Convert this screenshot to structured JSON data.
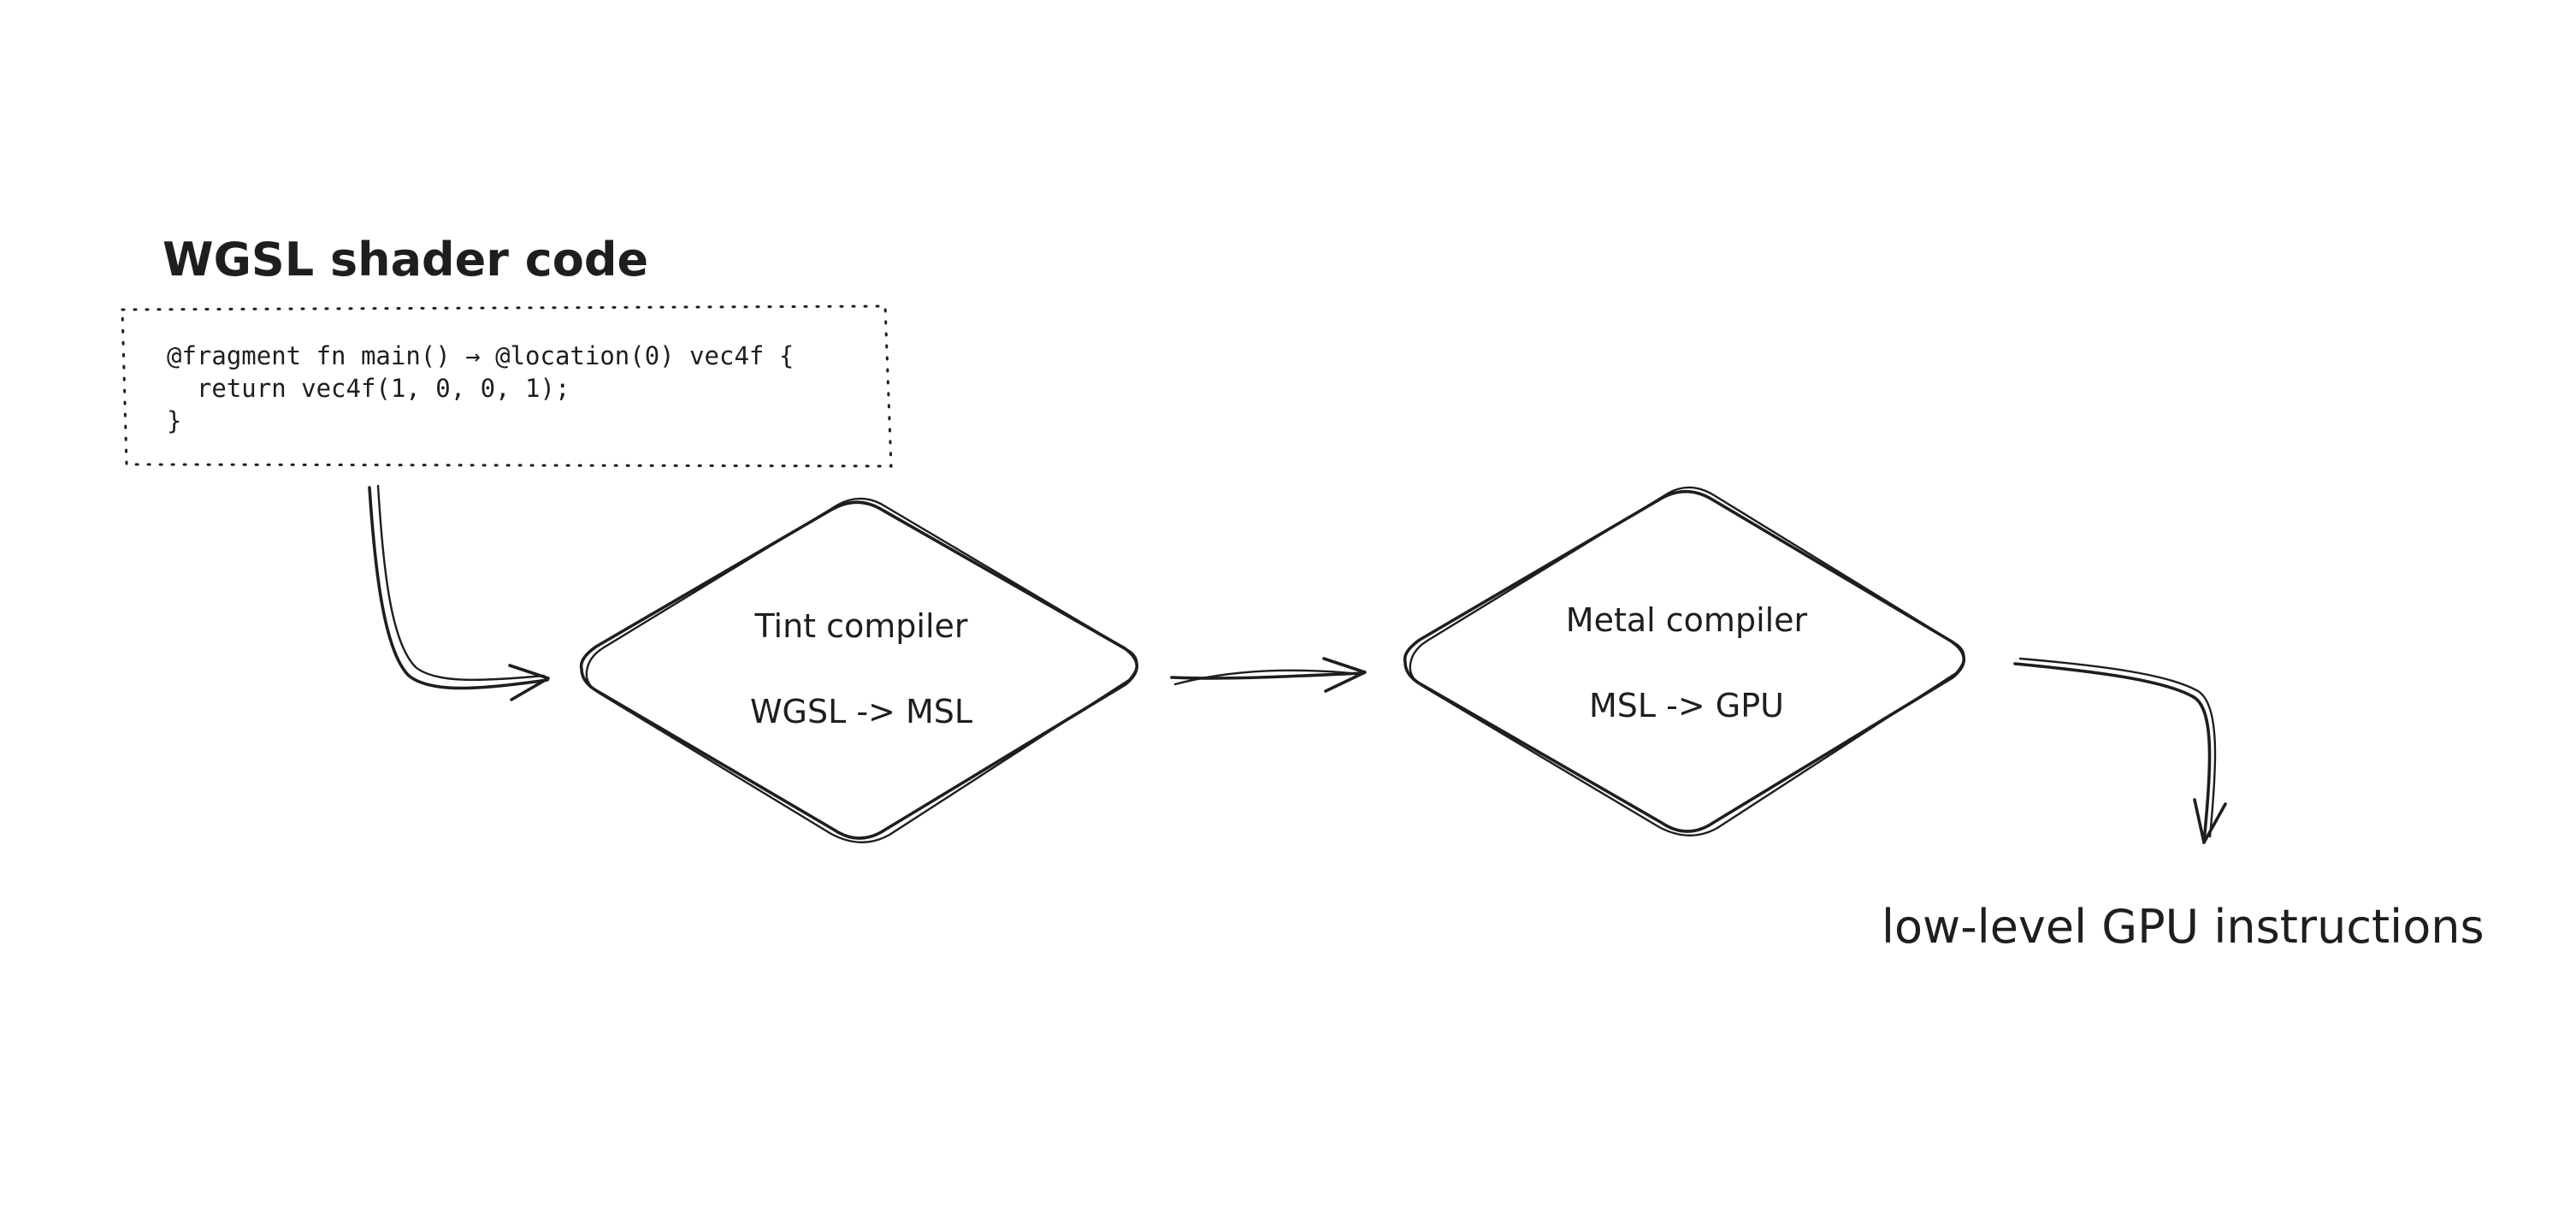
{
  "source": {
    "title": "WGSL shader code",
    "code_lines": [
      "@fragment fn main() → @location(0) vec4f {",
      "  return vec4f(1, 0, 0, 1);",
      "}"
    ]
  },
  "nodes": [
    {
      "id": "tint",
      "label": "Tint compiler",
      "sublabel": "WGSL -> MSL"
    },
    {
      "id": "metal",
      "label": "Metal compiler",
      "sublabel": "MSL -> GPU"
    }
  ],
  "output": {
    "label": "low-level GPU instructions"
  },
  "edges": [
    {
      "from": "source",
      "to": "tint"
    },
    {
      "from": "tint",
      "to": "metal"
    },
    {
      "from": "metal",
      "to": "output"
    }
  ],
  "colors": {
    "stroke": "#1e1e1e",
    "background": "#ffffff"
  }
}
